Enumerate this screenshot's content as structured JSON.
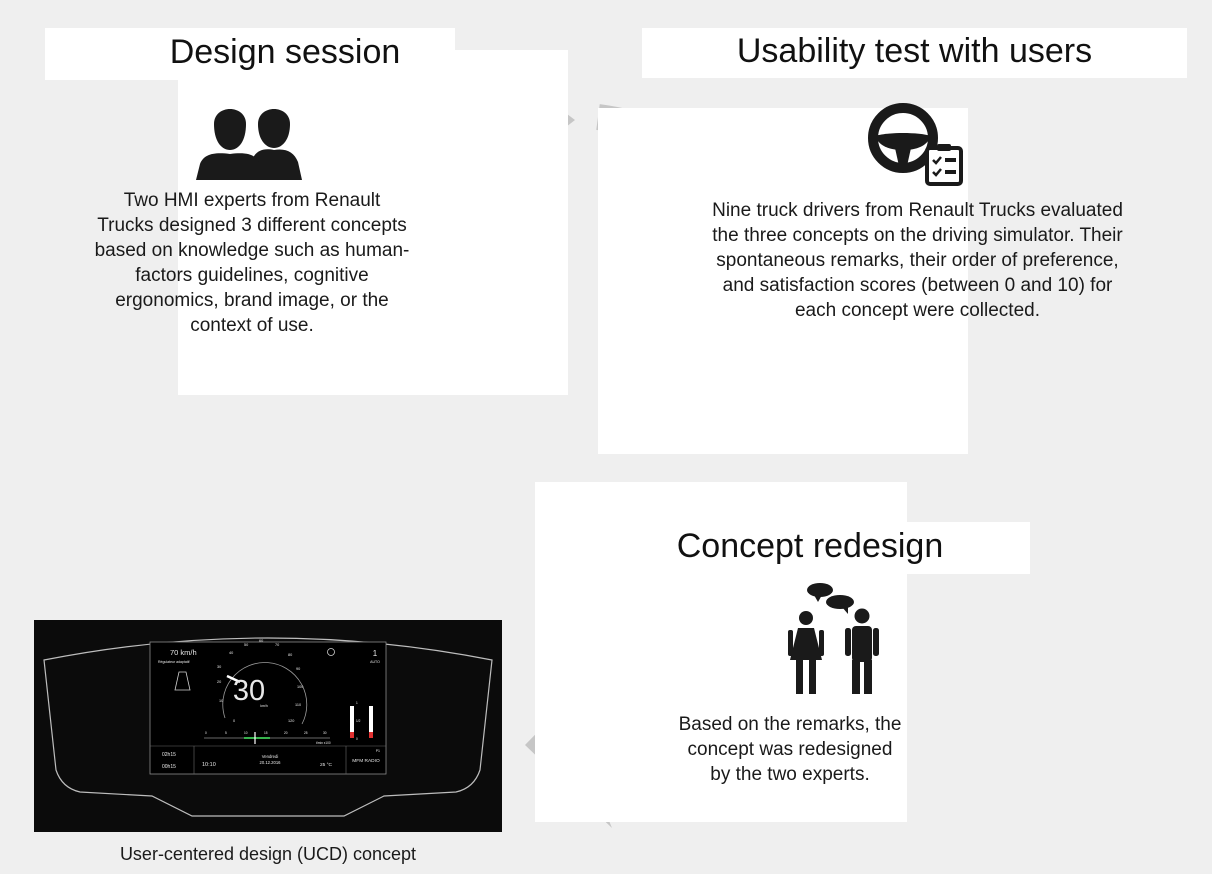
{
  "colors": {
    "background": "#efefef",
    "panel": "#ffffff",
    "arrow": "#c6c6c6",
    "icon": "#1a1a1a",
    "dashboard_bg": "#0b0b0b",
    "dashboard_accent": "#37b24d",
    "dashboard_alert": "#e03131"
  },
  "design_session": {
    "title": "Design session",
    "icon": "two-people-silhouette-icon",
    "text_lines": [
      "Two HMI experts from Renault",
      "Trucks designed 3 different concepts",
      "based on knowledge such as human-",
      "factors guidelines, cognitive",
      "ergonomics, brand image, or the",
      "context of use."
    ]
  },
  "usability_test": {
    "title": "Usability test with users",
    "icon": "steering-wheel-checklist-icon",
    "text_lines": [
      "Nine truck drivers from Renault Trucks evaluated",
      "the three concepts on the driving simulator. Their",
      "spontaneous remarks, their order of preference,",
      "and satisfaction scores (between 0 and 10) for",
      "each concept were collected."
    ]
  },
  "concept_redesign": {
    "title": "Concept redesign",
    "icon": "two-people-talking-icon",
    "text_lines": [
      "Based on the remarks, the",
      "concept was redesigned",
      "by the two experts."
    ]
  },
  "ucd_concept": {
    "caption": "User-centered design (UCD) concept",
    "dashboard": {
      "speed_limit": "70 km/h",
      "regulator_label": "Régulateur adaptatif",
      "speed": "30",
      "speed_unit": "km/h",
      "gauge_ticks": [
        "0",
        "10",
        "20",
        "30",
        "40",
        "50",
        "60",
        "70",
        "80",
        "90",
        "100",
        "110",
        "120"
      ],
      "gear": "1",
      "gear_mode": "AUTO",
      "rpm_ticks": [
        "0",
        "5",
        "10",
        "15",
        "20",
        "25",
        "30"
      ],
      "rpm_unit": "t/min x100",
      "fuel_marks": [
        "1",
        "1/2",
        "0"
      ],
      "driving_time": "02h15",
      "rest_time": "00h15",
      "clock": "10:10",
      "day": "Vendredi",
      "date": "20.12.2016",
      "temperature": "25 °C",
      "preset": "P1",
      "radio": "MFM RADIO"
    }
  }
}
